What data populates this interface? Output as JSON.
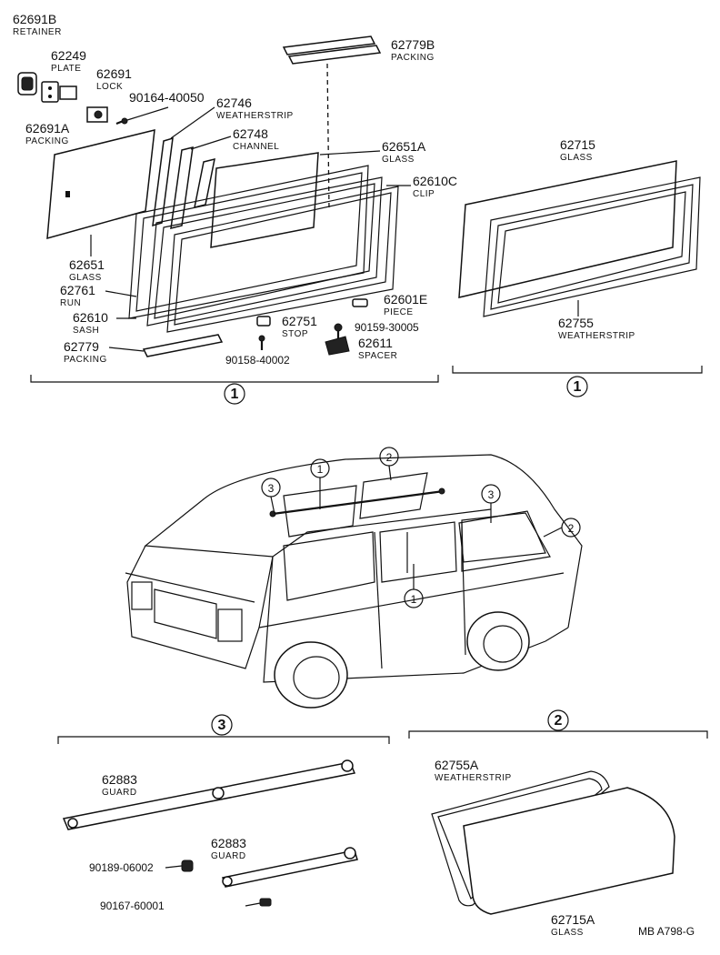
{
  "diagram_ref": "MB  A798-G",
  "parts": [
    {
      "number": "62691B",
      "name": "RETAINER"
    },
    {
      "number": "62249",
      "name": "PLATE"
    },
    {
      "number": "62691",
      "name": "LOCK"
    },
    {
      "number": "90164-40050",
      "name": ""
    },
    {
      "number": "62691A",
      "name": "PACKING"
    },
    {
      "number": "62746",
      "name": "WEATHERSTRIP"
    },
    {
      "number": "62748",
      "name": "CHANNEL"
    },
    {
      "number": "62651A",
      "name": "GLASS"
    },
    {
      "number": "62610C",
      "name": "CLIP"
    },
    {
      "number": "62779B",
      "name": "PACKING"
    },
    {
      "number": "62651",
      "name": "GLASS"
    },
    {
      "number": "62761",
      "name": "RUN"
    },
    {
      "number": "62610",
      "name": "SASH"
    },
    {
      "number": "62779",
      "name": "PACKING"
    },
    {
      "number": "62751",
      "name": "STOP"
    },
    {
      "number": "90158-40002",
      "name": ""
    },
    {
      "number": "62601E",
      "name": "PIECE"
    },
    {
      "number": "90159-30005",
      "name": ""
    },
    {
      "number": "62611",
      "name": "SPACER"
    },
    {
      "number": "62715",
      "name": "GLASS"
    },
    {
      "number": "62755",
      "name": "WEATHERSTRIP"
    },
    {
      "number": "62883",
      "name": "GUARD"
    },
    {
      "number": "62883",
      "name": "GUARD"
    },
    {
      "number": "90189-06002",
      "name": ""
    },
    {
      "number": "90167-60001",
      "name": ""
    },
    {
      "number": "62755A",
      "name": "WEATHERSTRIP"
    },
    {
      "number": "62715A",
      "name": "GLASS"
    }
  ],
  "groups": {
    "g1": "1",
    "g2": "2",
    "g3": "3"
  }
}
